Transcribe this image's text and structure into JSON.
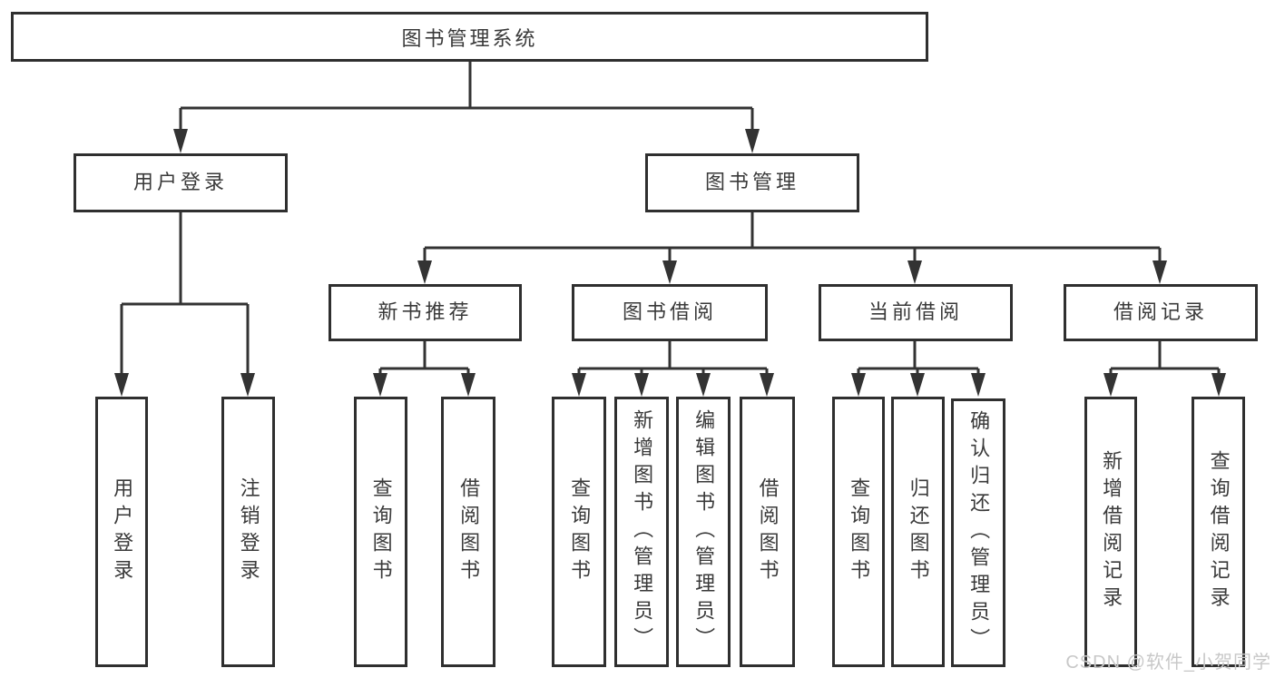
{
  "diagram": {
    "title": "图书管理系统",
    "branches": {
      "user_login": {
        "label": "用户登录",
        "children": [
          {
            "label": "用户登录"
          },
          {
            "label": "注销登录"
          }
        ]
      },
      "book_mgmt": {
        "label": "图书管理",
        "children": [
          {
            "label": "新书推荐",
            "children": [
              {
                "label": "查询图书"
              },
              {
                "label": "借阅图书"
              }
            ]
          },
          {
            "label": "图书借阅",
            "children": [
              {
                "label": "查询图书"
              },
              {
                "label": "新增图书（管理员）"
              },
              {
                "label": "编辑图书（管理员）"
              },
              {
                "label": "借阅图书"
              }
            ]
          },
          {
            "label": "当前借阅",
            "children": [
              {
                "label": "查询图书"
              },
              {
                "label": "归还图书"
              },
              {
                "label": "确认归还（管理员）"
              }
            ]
          },
          {
            "label": "借阅记录",
            "children": [
              {
                "label": "新增借阅记录"
              },
              {
                "label": "查询借阅记录"
              }
            ]
          }
        ]
      }
    },
    "colors": {
      "line": "#333333",
      "box_border": "#2f2f2f",
      "box_background": "#ffffff",
      "text": "#3a3a3a",
      "watermark": "#c8c8c8"
    }
  },
  "watermark": "CSDN @软件_小贺同学"
}
